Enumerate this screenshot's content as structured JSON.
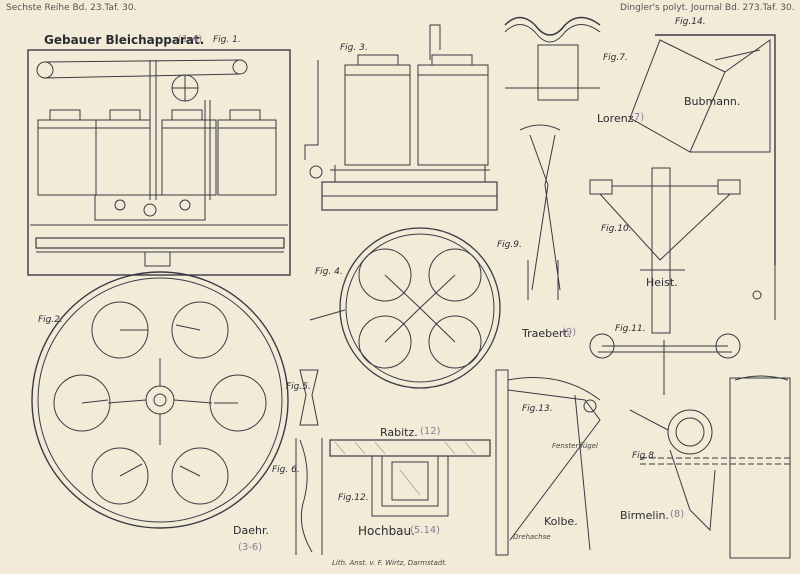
{
  "header": {
    "left": "Sechste Reihe Bd. 23.Taf. 30.",
    "right": "Dingler's polyt. Journal Bd. 273.Taf. 30."
  },
  "footer": "Lith. Anst. v. F. Wirtz, Darmstadt.",
  "sections": {
    "gebauer": {
      "title": "Gebauer Bleichapparat.",
      "ref": "(1-4)"
    },
    "lorenz": {
      "title": "Lorenz.",
      "ref": "(7)"
    },
    "bubmann": {
      "title": "Bubmann."
    },
    "heist": {
      "title": "Heist."
    },
    "traebert": {
      "title": "Traebert.",
      "ref": "(9)"
    },
    "rabitz": {
      "title": "Rabitz.",
      "ref": "(12)"
    },
    "dachr": {
      "title": "Daehr.",
      "ref": "(3-6)"
    },
    "hochbau": {
      "title": "Hochbau.",
      "ref": "(5.14)"
    },
    "kolbe": {
      "title": "Kolbe."
    },
    "birmelin": {
      "title": "Birmelin.",
      "ref": "(8)"
    }
  },
  "figures": {
    "fig1": "Fig. 1.",
    "fig2": "Fig.2.",
    "fig3": "Fig. 3.",
    "fig4": "Fig. 4.",
    "fig5": "Fig.5.",
    "fig6": "Fig. 6.",
    "fig7": "Fig.7.",
    "fig8": "Fig.8.",
    "fig9": "Fig.9.",
    "fig10": "Fig.10.",
    "fig11": "Fig.11.",
    "fig12": "Fig.12.",
    "fig13": "Fig.13.",
    "fig14": "Fig.14."
  },
  "annotations": {
    "fensterflugel": "Fensterflügel",
    "drehachse": "Drehachse"
  }
}
